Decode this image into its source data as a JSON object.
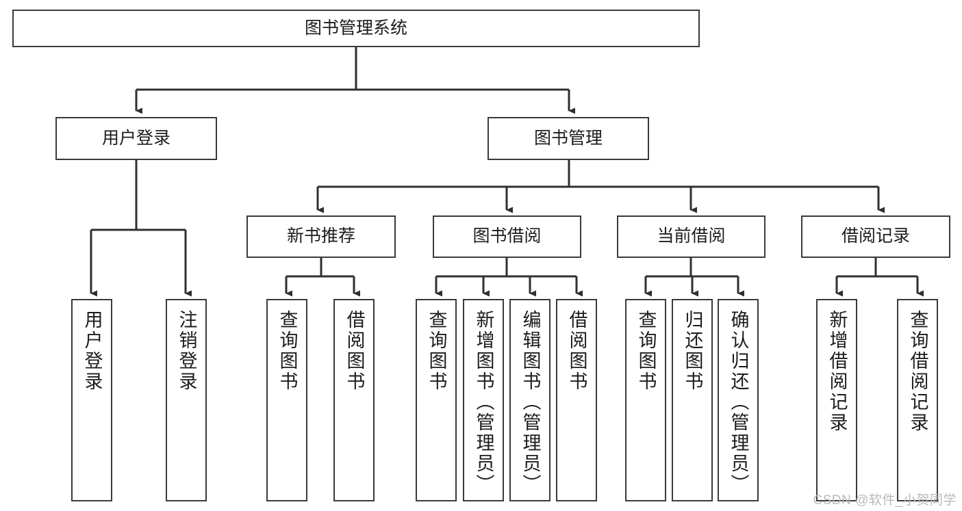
{
  "diagram": {
    "title": "图书管理系统",
    "type": "tree-hierarchy-diagram",
    "watermark": "CSDN @软件_小贺同学",
    "colors": {
      "box_border": "#3a3a3a",
      "box_fill": "#ffffff",
      "connector": "#2f2f2f",
      "text": "#1c1c1c",
      "watermark": "#b9b9b9",
      "background": "#ffffff"
    },
    "levels": {
      "root": {
        "label": "图书管理系统"
      },
      "level2": [
        {
          "id": "user-login",
          "label": "用户登录"
        },
        {
          "id": "book-management",
          "label": "图书管理"
        }
      ],
      "level3": [
        {
          "id": "new-book-recommend",
          "label": "新书推荐"
        },
        {
          "id": "book-borrow",
          "label": "图书借阅"
        },
        {
          "id": "current-borrow",
          "label": "当前借阅"
        },
        {
          "id": "borrow-record",
          "label": "借阅记录"
        }
      ],
      "leaves": {
        "user-login": [
          {
            "id": "leaf-user-login",
            "label": "用户登录"
          },
          {
            "id": "leaf-logout-login",
            "label": "注销登录"
          }
        ],
        "new-book-recommend": [
          {
            "id": "leaf-query-book-1",
            "label": "查询图书"
          },
          {
            "id": "leaf-borrow-book-1",
            "label": "借阅图书"
          }
        ],
        "book-borrow": [
          {
            "id": "leaf-query-book-2",
            "label": "查询图书"
          },
          {
            "id": "leaf-add-book-admin",
            "label": "新增图书（管理员）"
          },
          {
            "id": "leaf-edit-book-admin",
            "label": "编辑图书（管理员）"
          },
          {
            "id": "leaf-borrow-book-2",
            "label": "借阅图书"
          }
        ],
        "current-borrow": [
          {
            "id": "leaf-query-book-3",
            "label": "查询图书"
          },
          {
            "id": "leaf-return-book",
            "label": "归还图书"
          },
          {
            "id": "leaf-confirm-return-admin",
            "label": "确认归还（管理员）"
          }
        ],
        "borrow-record": [
          {
            "id": "leaf-add-borrow-record",
            "label": "新增借阅记录"
          },
          {
            "id": "leaf-query-borrow-record",
            "label": "查询借阅记录"
          }
        ]
      }
    }
  }
}
